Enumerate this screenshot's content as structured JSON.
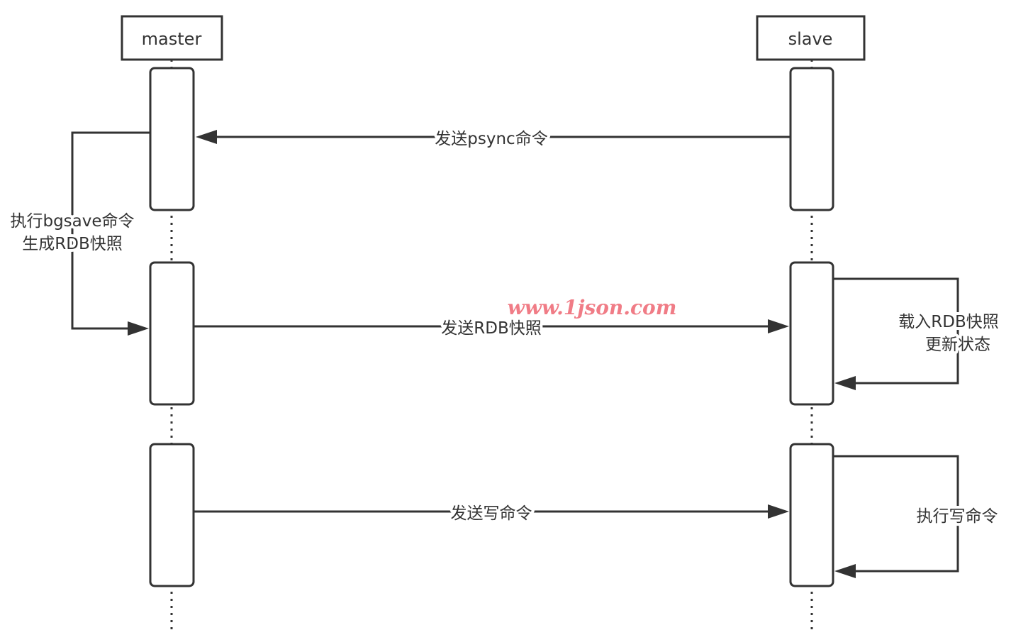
{
  "participants": {
    "master": "master",
    "slave": "slave"
  },
  "messages": {
    "psync": "发送psync命令",
    "bgsave_line1": "执行bgsave命令",
    "bgsave_line2": "生成RDB快照",
    "send_rdb": "发送RDB快照",
    "load_line1": "载入RDB快照",
    "load_line2": "更新状态",
    "send_write": "发送写命令",
    "exec_write": "执行写命令"
  },
  "watermark": "www.1json.com"
}
